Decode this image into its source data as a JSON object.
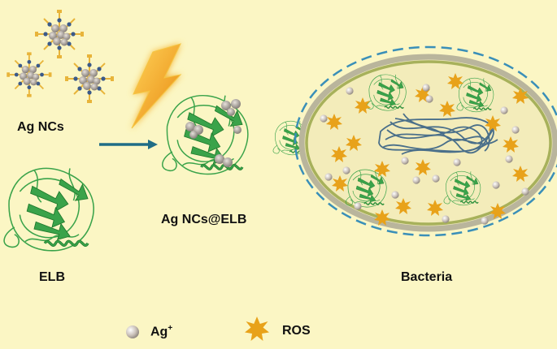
{
  "labels": {
    "ag_ncs": "Ag NCs",
    "elb": "ELB",
    "ag_ncs_elb": "Ag NCs@ELB",
    "bacteria": "Bacteria"
  },
  "legend": {
    "ag_ion": {
      "text": "Ag",
      "superscript": "+"
    },
    "ros": "ROS"
  },
  "colors": {
    "background": "#fbf6c4",
    "protein": "#3aa34a",
    "protein_dark": "#1f7a2c",
    "ag_particle": "#c9c0b8",
    "ligand": "#e8b43a",
    "lightning": "#f2a81d",
    "arrow": "#1f6d86",
    "membrane_outer": "#3a8fb8",
    "membrane_wall": "#a7b15b",
    "cytoplasm": "#f3ecba",
    "ros": "#e8a21a",
    "dna": "#4a6f8a"
  }
}
